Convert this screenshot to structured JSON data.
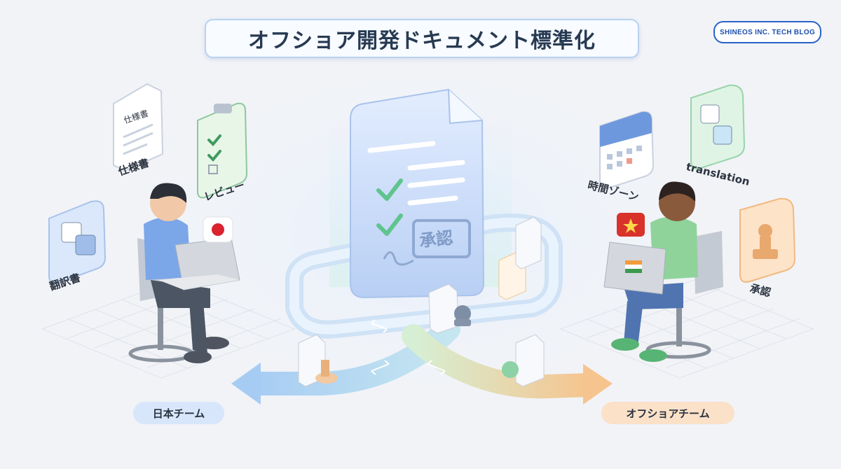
{
  "title": "オフショア開発ドキュメント標準化",
  "brand": "SHINEOS INC. TECH BLOG",
  "labels": {
    "spec": "仕様書",
    "spec_card": "仕様書",
    "review": "レビュー",
    "translator": "翻訳書",
    "timezone": "時間ゾーン",
    "translation": "translation",
    "approval": "承認",
    "stamp": "承認"
  },
  "teams": {
    "japan": "日本チーム",
    "offshore": "オフショアチーム"
  },
  "colors": {
    "title_border": "#b9d2f2",
    "brand": "#1d4fae",
    "japan_pill": "#d7e6fb",
    "offshore_pill": "#fbe1c8"
  }
}
